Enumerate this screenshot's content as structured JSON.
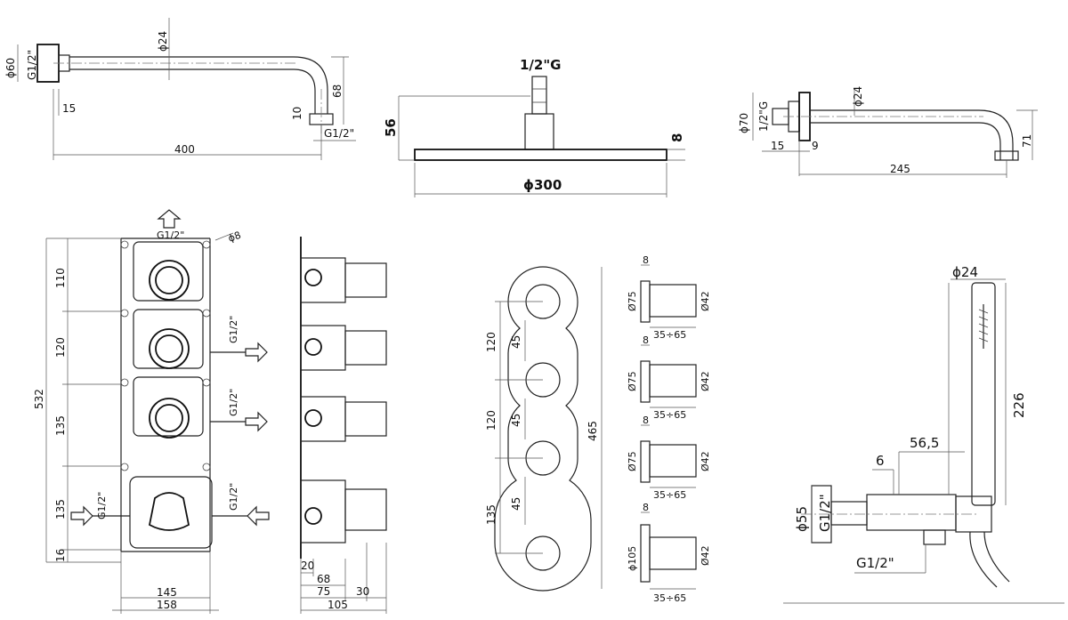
{
  "arm1": {
    "d_flange": "ϕ60",
    "thread_wall": "G1/2\"",
    "d_pipe": "ϕ24",
    "drop": "68",
    "nozzle": "10",
    "thread_out": "G1/2\"",
    "flange_th": "15",
    "length": "400"
  },
  "head": {
    "thread": "1/2\"G",
    "height": "56",
    "thickness": "8",
    "diameter": "ϕ300"
  },
  "arm2": {
    "d_flange": "ϕ70",
    "thread": "1/2\"G",
    "d_pipe": "ϕ24",
    "a": "15",
    "b": "9",
    "length": "245",
    "drop": "71"
  },
  "box": {
    "flow_top": "G1/2\"",
    "screw": "ϕ8",
    "h1": "110",
    "h2": "120",
    "h3": "135",
    "h4": "135",
    "bottom": "16",
    "total": "532",
    "out1": "G1/2\"",
    "out2": "G1/2\"",
    "out3": "G1/2\"",
    "in_left": "G1/2\"",
    "w_inner": "145",
    "w_outer": "158"
  },
  "side": {
    "a": "20",
    "b": "68",
    "c": "75",
    "d": "30",
    "depth": "105"
  },
  "plate": {
    "s1": "120",
    "s2": "120",
    "s3": "135",
    "g1": "45",
    "g2": "45",
    "g3": "45",
    "total": "465",
    "knobs": [
      {
        "top": "8",
        "rose": "Ø75",
        "knob": "Ø42",
        "proj": "35÷65"
      },
      {
        "top": "8",
        "rose": "Ø75",
        "knob": "Ø42",
        "proj": "35÷65"
      },
      {
        "top": "8",
        "rose": "Ø75",
        "knob": "Ø42",
        "proj": "35÷65"
      },
      {
        "top": "8",
        "rose": "ϕ105",
        "knob": "Ø42",
        "proj": "35÷65"
      }
    ]
  },
  "hand": {
    "d_hose": "ϕ24",
    "length": "226",
    "reach": "56,5",
    "gap": "6",
    "d_rose": "ϕ55",
    "thread_wall": "G1/2\"",
    "thread_out": "G1/2\""
  }
}
